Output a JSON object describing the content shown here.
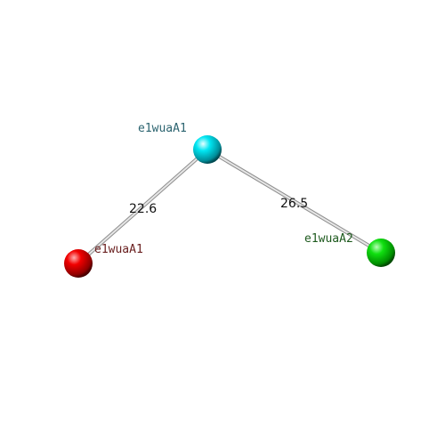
{
  "scene": {
    "background": "#ffffff",
    "nodes": [
      {
        "id": "n1",
        "label": "e1wuaA1",
        "color": "#00d8e8",
        "label_color": "#2c6470"
      },
      {
        "id": "n2",
        "label": "e1wuaA1",
        "color": "#ee0000",
        "label_color": "#6a2020"
      },
      {
        "id": "n3",
        "label": "e1wuaA2",
        "color": "#00d800",
        "label_color": "#1e5a1e"
      }
    ],
    "edges": [
      {
        "from": "n1",
        "to": "n2",
        "label": "22.6",
        "color": "#c8c8c8"
      },
      {
        "from": "n1",
        "to": "n3",
        "label": "26.5",
        "color": "#c8c8c8"
      }
    ]
  }
}
